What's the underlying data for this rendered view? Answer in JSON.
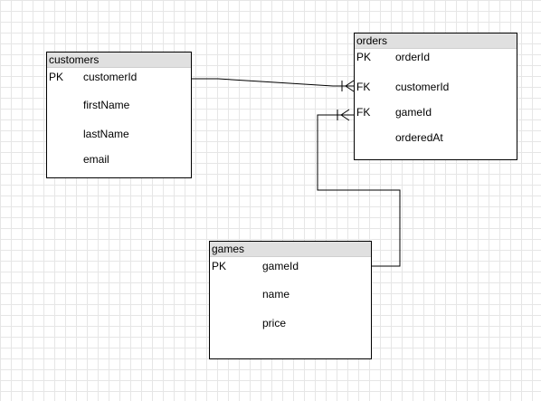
{
  "entities": {
    "customers": {
      "title": "customers",
      "fields": [
        {
          "key": "PK",
          "name": "customerId"
        },
        {
          "key": "",
          "name": "firstName"
        },
        {
          "key": "",
          "name": "lastName"
        },
        {
          "key": "",
          "name": "email"
        }
      ]
    },
    "orders": {
      "title": "orders",
      "fields": [
        {
          "key": "PK",
          "name": "orderId"
        },
        {
          "key": "FK",
          "name": "customerId"
        },
        {
          "key": "FK",
          "name": "gameId"
        },
        {
          "key": "",
          "name": "orderedAt"
        }
      ]
    },
    "games": {
      "title": "games",
      "fields": [
        {
          "key": "PK",
          "name": "gameId"
        },
        {
          "key": "",
          "name": "name"
        },
        {
          "key": "",
          "name": "price"
        }
      ]
    }
  },
  "relations": [
    {
      "from": "customers.customerId",
      "to": "orders.customerId",
      "cardinality": "one-to-many"
    },
    {
      "from": "games.gameId",
      "to": "orders.gameId",
      "cardinality": "one-to-many"
    }
  ]
}
